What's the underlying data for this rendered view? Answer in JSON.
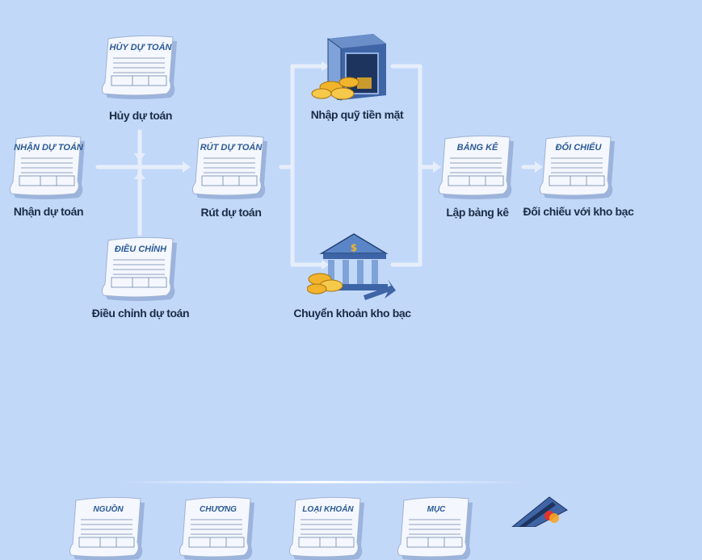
{
  "nodes": {
    "huy_du_toan": {
      "doc_title": "HỦY DỰ TOÁN",
      "label": "Hủy dự toán"
    },
    "nhan_du_toan": {
      "doc_title": "NHẬN DỰ TOÁN",
      "label": "Nhận dự toán"
    },
    "rut_du_toan": {
      "doc_title": "RÚT DỰ TOÁN",
      "label": "Rút dự toán"
    },
    "dieu_chinh": {
      "doc_title": "ĐIỀU CHỈNH",
      "label": "Điều chỉnh dự toán"
    },
    "nhap_quy": {
      "label": "Nhập quỹ tiền mặt"
    },
    "chuyen_khoan": {
      "label": "Chuyển khoản kho bạc"
    },
    "lap_bang_ke": {
      "doc_title": "BẢNG KÊ",
      "label": "Lập bảng kê"
    },
    "doi_chieu": {
      "doc_title": "ĐỐI CHIẾU",
      "label": "Đối chiếu với kho bạc"
    }
  },
  "catalog": [
    {
      "doc_title": "NGUỒN"
    },
    {
      "doc_title": "CHƯƠNG"
    },
    {
      "doc_title": "LOẠI KHOẢN"
    },
    {
      "doc_title": "MỤC"
    }
  ],
  "colors": {
    "background": "#c2d8f9",
    "flow_line": "#e6eefb",
    "doc_title": "#2a5a95",
    "label": "#1b2c45",
    "coin": "#f2b42c"
  }
}
